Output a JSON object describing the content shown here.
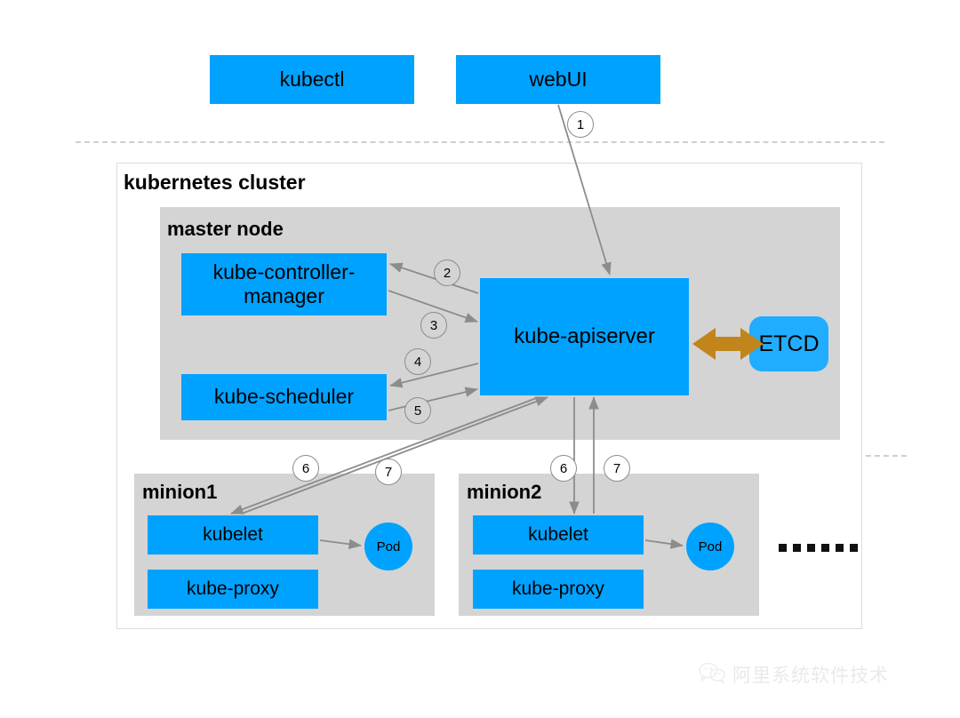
{
  "diagram": {
    "title": "Kubernetes cluster architecture",
    "colors": {
      "component_blue": "#00A2FF",
      "etcd_blue": "#21ADFF",
      "panel_gray": "#D4D4D4",
      "etcd_arrow_gold": "#C1851B",
      "arrow_gray": "#8C8C8C",
      "dashed_gray": "#CFCFCF"
    }
  },
  "clients": [
    {
      "id": "kubectl",
      "label": "kubectl"
    },
    {
      "id": "webui",
      "label": "webUI"
    }
  ],
  "cluster": {
    "label": "kubernetes cluster",
    "master": {
      "label": "master node",
      "components": [
        {
          "id": "kube-controller-manager",
          "label": "kube-controller-\nmanager"
        },
        {
          "id": "kube-scheduler",
          "label": "kube-scheduler"
        },
        {
          "id": "kube-apiserver",
          "label": "kube-apiserver"
        }
      ],
      "datastore": {
        "id": "etcd",
        "label": "ETCD"
      }
    },
    "minions": [
      {
        "id": "minion1",
        "label": "minion1",
        "components": [
          {
            "id": "kubelet",
            "label": "kubelet"
          },
          {
            "id": "kube-proxy",
            "label": "kube-proxy"
          }
        ],
        "pod": {
          "id": "pod",
          "label": "Pod"
        }
      },
      {
        "id": "minion2",
        "label": "minion2",
        "components": [
          {
            "id": "kubelet",
            "label": "kubelet"
          },
          {
            "id": "kube-proxy",
            "label": "kube-proxy"
          }
        ],
        "pod": {
          "id": "pod",
          "label": "Pod"
        }
      }
    ],
    "more_minions_indicator": "......"
  },
  "flow_markers": [
    {
      "n": "1",
      "from": "webUI",
      "to": "kube-apiserver"
    },
    {
      "n": "2",
      "from": "kube-apiserver",
      "to": "kube-controller-manager"
    },
    {
      "n": "3",
      "from": "kube-controller-manager",
      "to": "kube-apiserver"
    },
    {
      "n": "4",
      "from": "kube-apiserver",
      "to": "kube-scheduler"
    },
    {
      "n": "5",
      "from": "kube-scheduler",
      "to": "kube-apiserver"
    },
    {
      "n": "6a",
      "label": "6",
      "from": "kube-apiserver",
      "to": "minion1.kubelet"
    },
    {
      "n": "7a",
      "label": "7",
      "from": "minion1.kubelet",
      "to": "kube-apiserver"
    },
    {
      "n": "6b",
      "label": "6",
      "from": "kube-apiserver",
      "to": "minion2.kubelet"
    },
    {
      "n": "7b",
      "label": "7",
      "from": "minion2.kubelet",
      "to": "kube-apiserver"
    }
  ],
  "watermark": {
    "icon": "wechat-icon",
    "text": "阿里系统软件技术"
  }
}
